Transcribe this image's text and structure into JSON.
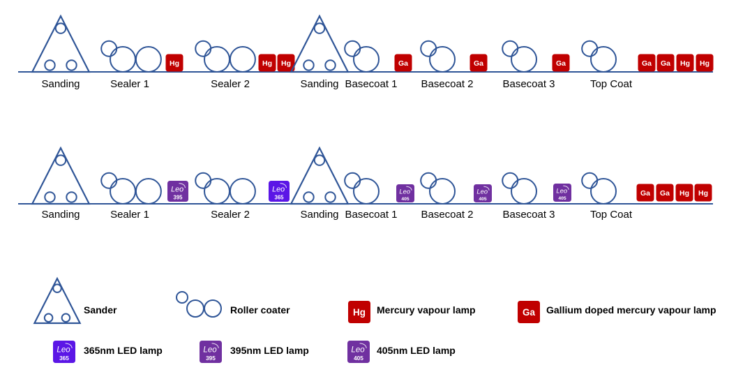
{
  "colors": {
    "outline": "#2F5597",
    "hg_ga_lamp": "#C00000",
    "led_365": "#5B16E6",
    "led_395_405": "#7030A0",
    "text": "#000000",
    "lamp_text": "#ffffff"
  },
  "lamp_text": {
    "hg": "Hg",
    "ga": "Ga",
    "leo": "Leo",
    "nm_365": "365",
    "nm_395": "395",
    "nm_405": "405"
  },
  "lines": [
    {
      "stations": [
        {
          "label": "Sanding",
          "equipment": "sander",
          "lamps": []
        },
        {
          "label": "Sealer 1",
          "equipment": "roller-coater",
          "lamps": [
            "hg"
          ]
        },
        {
          "label": "Sealer 2",
          "equipment": "roller-coater",
          "lamps": [
            "hg",
            "hg"
          ]
        },
        {
          "label": "Sanding",
          "equipment": "sander",
          "lamps": []
        },
        {
          "label": "Basecoat 1",
          "equipment": "roller-coater",
          "lamps": [
            "ga"
          ]
        },
        {
          "label": "Basecoat 2",
          "equipment": "roller-coater",
          "lamps": [
            "ga"
          ]
        },
        {
          "label": "Basecoat 3",
          "equipment": "roller-coater",
          "lamps": [
            "ga"
          ]
        },
        {
          "label": "Top Coat",
          "equipment": "roller-coater",
          "lamps": [
            "ga",
            "ga",
            "hg",
            "hg"
          ]
        }
      ]
    },
    {
      "stations": [
        {
          "label": "Sanding",
          "equipment": "sander",
          "lamps": []
        },
        {
          "label": "Sealer 1",
          "equipment": "roller-coater",
          "lamps": [
            "led395"
          ]
        },
        {
          "label": "Sealer 2",
          "equipment": "roller-coater",
          "lamps": [
            "led365"
          ]
        },
        {
          "label": "Sanding",
          "equipment": "sander",
          "lamps": []
        },
        {
          "label": "Basecoat 1",
          "equipment": "roller-coater",
          "lamps": [
            "led405"
          ]
        },
        {
          "label": "Basecoat 2",
          "equipment": "roller-coater",
          "lamps": [
            "led405"
          ]
        },
        {
          "label": "Basecoat 3",
          "equipment": "roller-coater",
          "lamps": [
            "led405"
          ]
        },
        {
          "label": "Top Coat",
          "equipment": "roller-coater",
          "lamps": [
            "ga",
            "ga",
            "hg",
            "hg"
          ]
        }
      ]
    }
  ],
  "legend": [
    {
      "symbol": "sander",
      "label": "Sander"
    },
    {
      "symbol": "roller-coater",
      "label": "Roller coater"
    },
    {
      "symbol": "hg",
      "label": "Mercury vapour lamp"
    },
    {
      "symbol": "ga",
      "label": "Gallium doped mercury vapour lamp"
    },
    {
      "symbol": "led365",
      "label": "365nm LED lamp"
    },
    {
      "symbol": "led395",
      "label": "395nm LED lamp"
    },
    {
      "symbol": "led405",
      "label": "405nm LED lamp"
    }
  ]
}
